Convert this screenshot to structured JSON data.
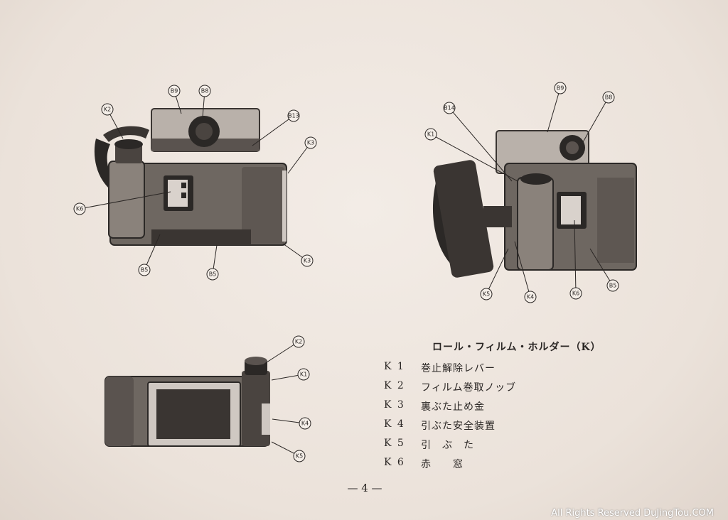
{
  "legend": {
    "title": "ロール・フィルム・ホルダー（K）",
    "items": [
      {
        "code": "K 1",
        "desc": "巻止解除レバー"
      },
      {
        "code": "K 2",
        "desc": "フィルム巻取ノッブ"
      },
      {
        "code": "K 3",
        "desc": "裏ぶた止め金"
      },
      {
        "code": "K 4",
        "desc": "引ぶた安全装置"
      },
      {
        "code": "K 5",
        "desc": "引　ぶ　た"
      },
      {
        "code": "K 6",
        "desc": "赤　　窓"
      }
    ]
  },
  "callouts": {
    "fig1": [
      "K2",
      "B9",
      "B8",
      "B13",
      "K3",
      "K6",
      "B5",
      "B5",
      "K3"
    ],
    "fig2": [
      "B14",
      "B9",
      "B8",
      "K1",
      "K5",
      "K4",
      "K6",
      "B5"
    ],
    "fig3": [
      "K2",
      "K1",
      "K4",
      "K5"
    ]
  },
  "page_number": "— 4 —",
  "watermark": "All Rights Reserved DuJingTou.COM",
  "colors": {
    "paper": "#ece4dd",
    "ink": "#2a2624",
    "camera_dark": "#2b2826",
    "camera_mid": "#6e6761",
    "camera_light": "#b8b0a9"
  }
}
